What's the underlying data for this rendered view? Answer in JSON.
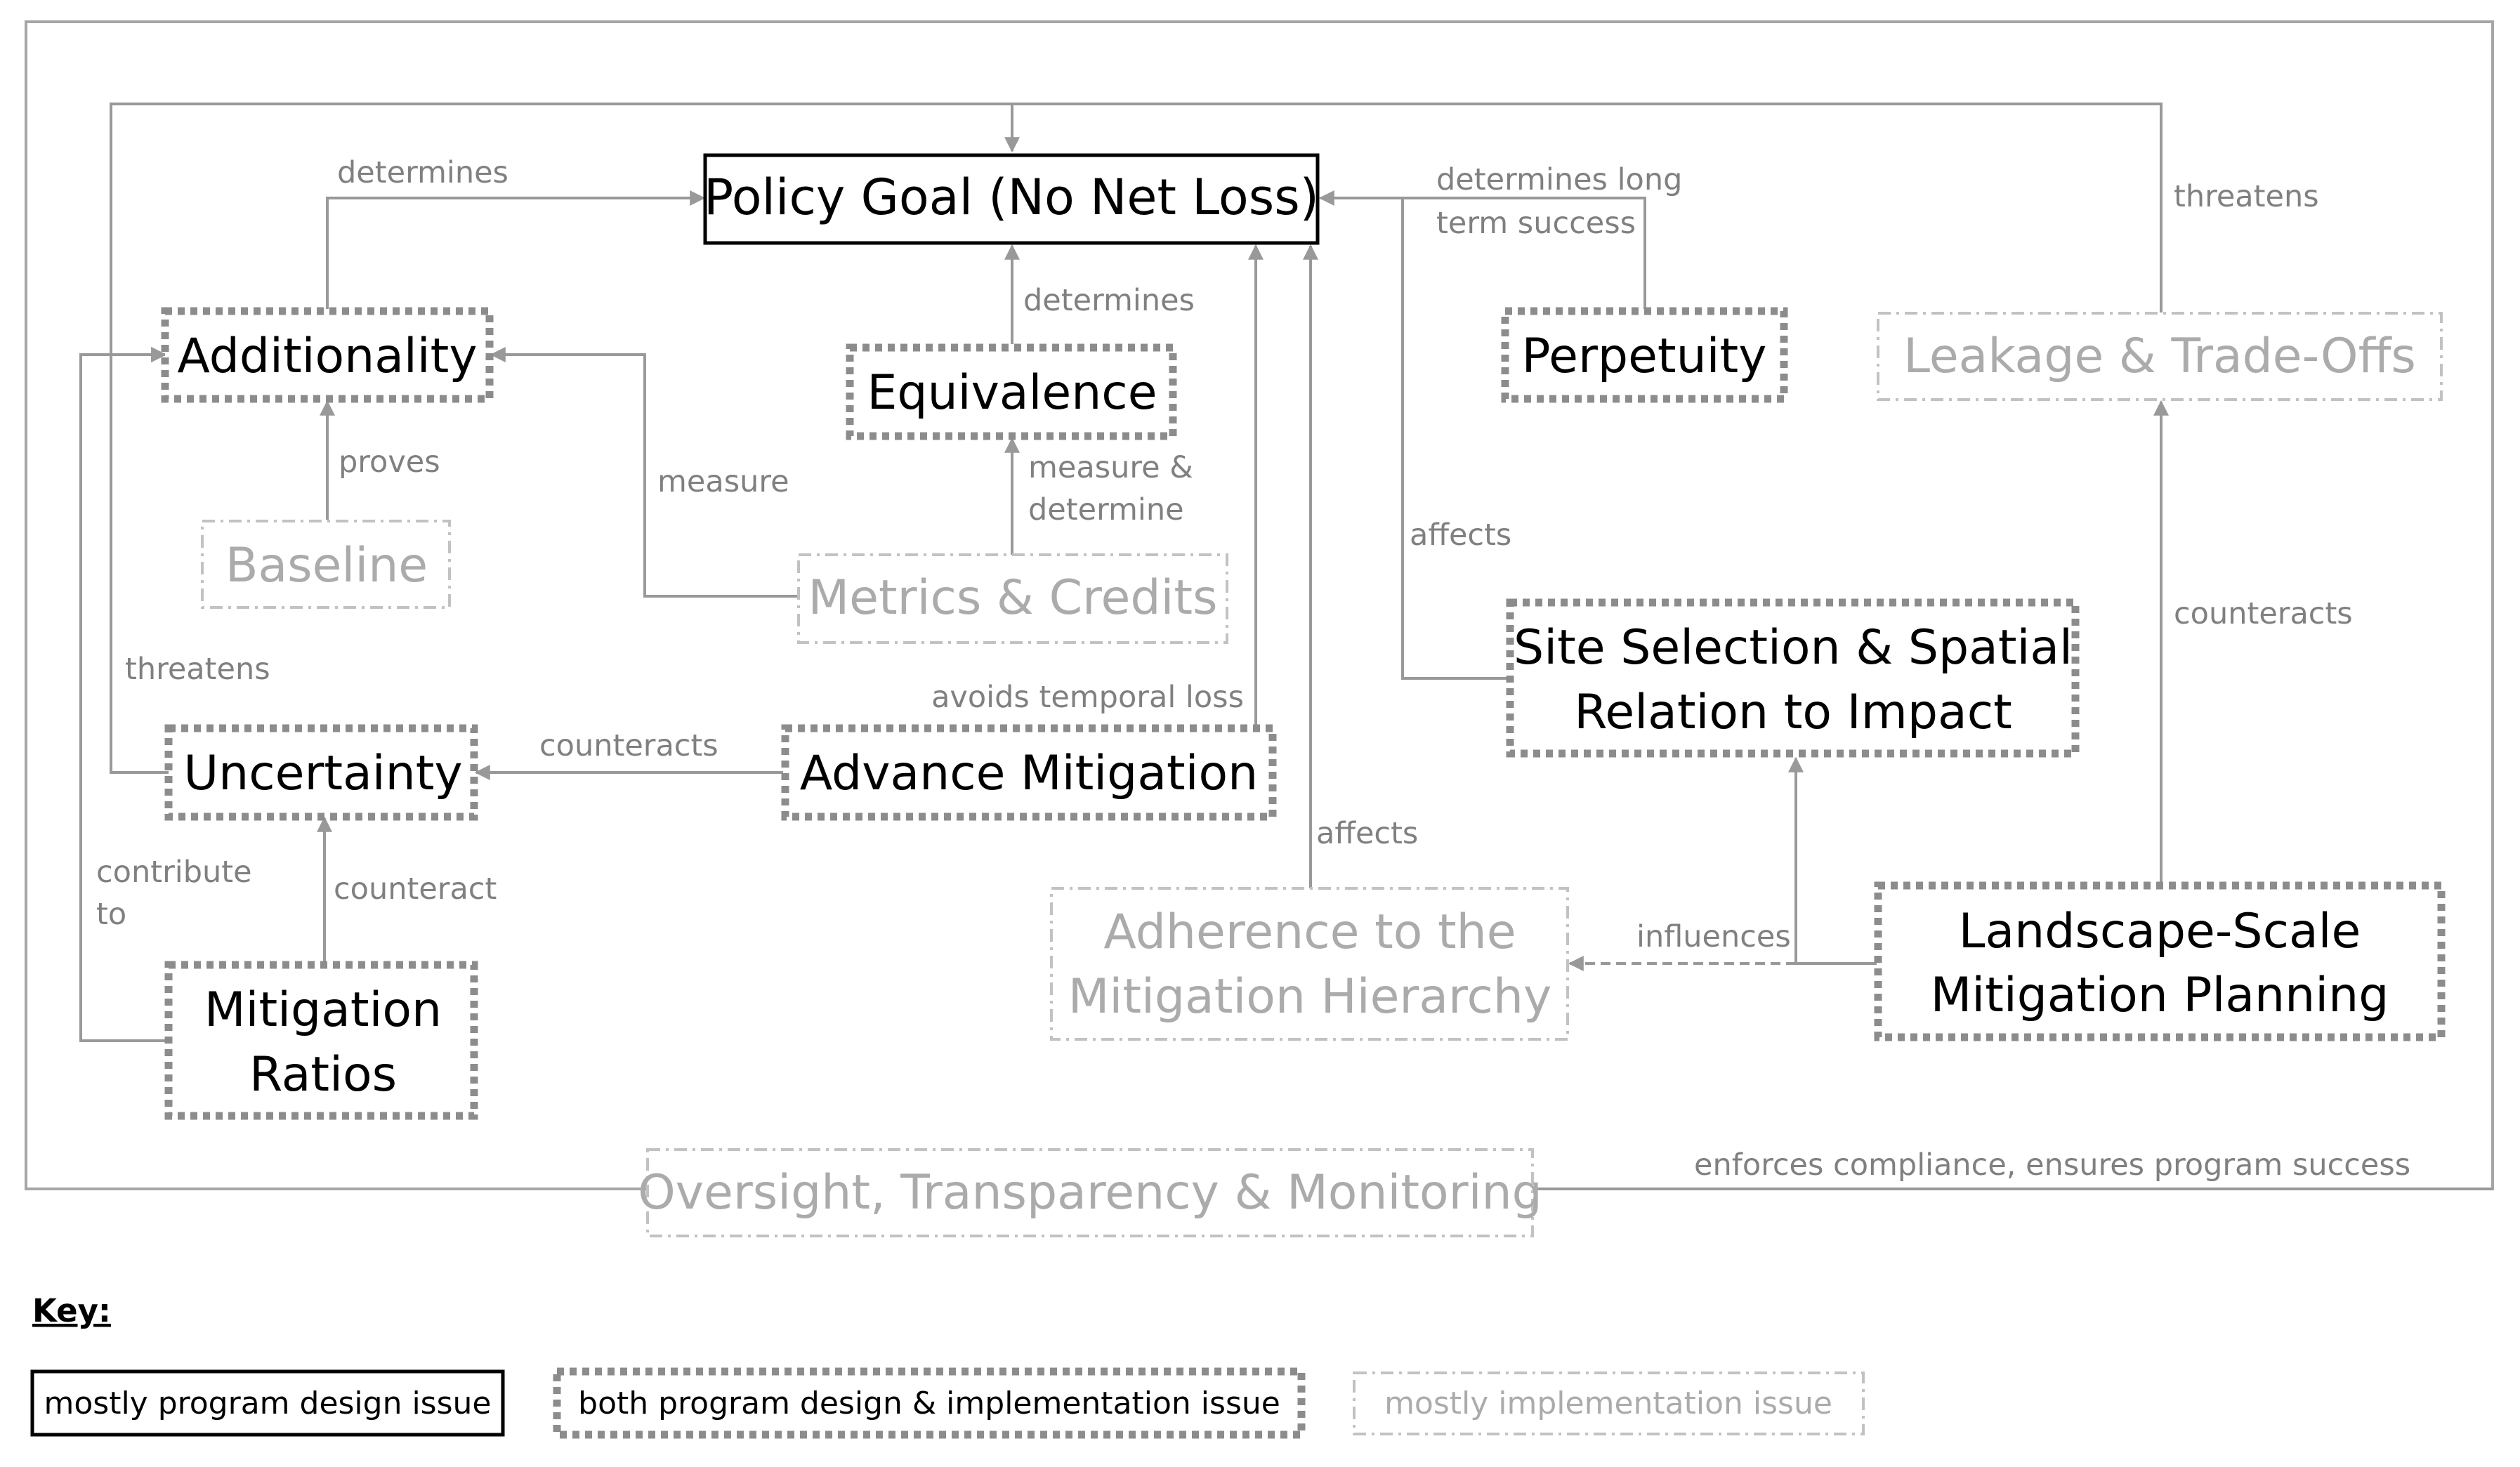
{
  "nodes": {
    "policy_goal": {
      "label": "Policy Goal (No Net Loss)",
      "category": "design"
    },
    "additionality": {
      "label": "Additionality",
      "category": "both"
    },
    "equivalence": {
      "label": "Equivalence",
      "category": "both"
    },
    "perpetuity": {
      "label": "Perpetuity",
      "category": "both"
    },
    "leakage": {
      "label": "Leakage & Trade-Offs",
      "category": "implementation"
    },
    "baseline": {
      "label": "Baseline",
      "category": "implementation"
    },
    "metrics": {
      "label": "Metrics & Credits",
      "category": "implementation"
    },
    "site_selection": {
      "line1": "Site Selection & Spatial",
      "line2": "Relation to Impact",
      "category": "both"
    },
    "uncertainty": {
      "label": "Uncertainty",
      "category": "both"
    },
    "advance": {
      "label": "Advance Mitigation",
      "category": "both"
    },
    "adherence": {
      "line1": "Adherence to the",
      "line2": "Mitigation Hierarchy",
      "category": "implementation"
    },
    "landscape": {
      "line1": "Landscape-Scale",
      "line2": "Mitigation Planning",
      "category": "both"
    },
    "ratios": {
      "line1": "Mitigation",
      "line2": "Ratios",
      "category": "both"
    },
    "oversight": {
      "label": "Oversight, Transparency & Monitoring",
      "category": "implementation"
    }
  },
  "edges": {
    "determines_additionality": "determines",
    "determines_equivalence": "determines",
    "determines_long_1": "determines long",
    "determines_long_2": "term success",
    "threatens_leakage": "threatens",
    "proves": "proves",
    "measure": "measure",
    "measure_determine_1": "measure &",
    "measure_determine_2": "determine",
    "affects_site": "affects",
    "counteracts_landscape": "counteracts",
    "threatens_uncertainty": "threatens",
    "avoids_temporal_loss": "avoids temporal loss",
    "counteracts_advance": "counteracts",
    "affects_adherence": "affects",
    "contribute_to_1": "contribute",
    "contribute_to_2": "to",
    "counteract_ratios": "counteract",
    "influences": "influences",
    "enforces": "enforces compliance, ensures program success"
  },
  "key": {
    "title": "Key:",
    "design": "mostly program design issue",
    "both": "both  program design & implementation issue",
    "implementation": "mostly implementation issue"
  },
  "colors": {
    "design_border": "#000000",
    "both_border": "#8c8c8c",
    "implementation_border": "#c2c2c2",
    "arrow": "#999999",
    "label_text": "#808080"
  }
}
